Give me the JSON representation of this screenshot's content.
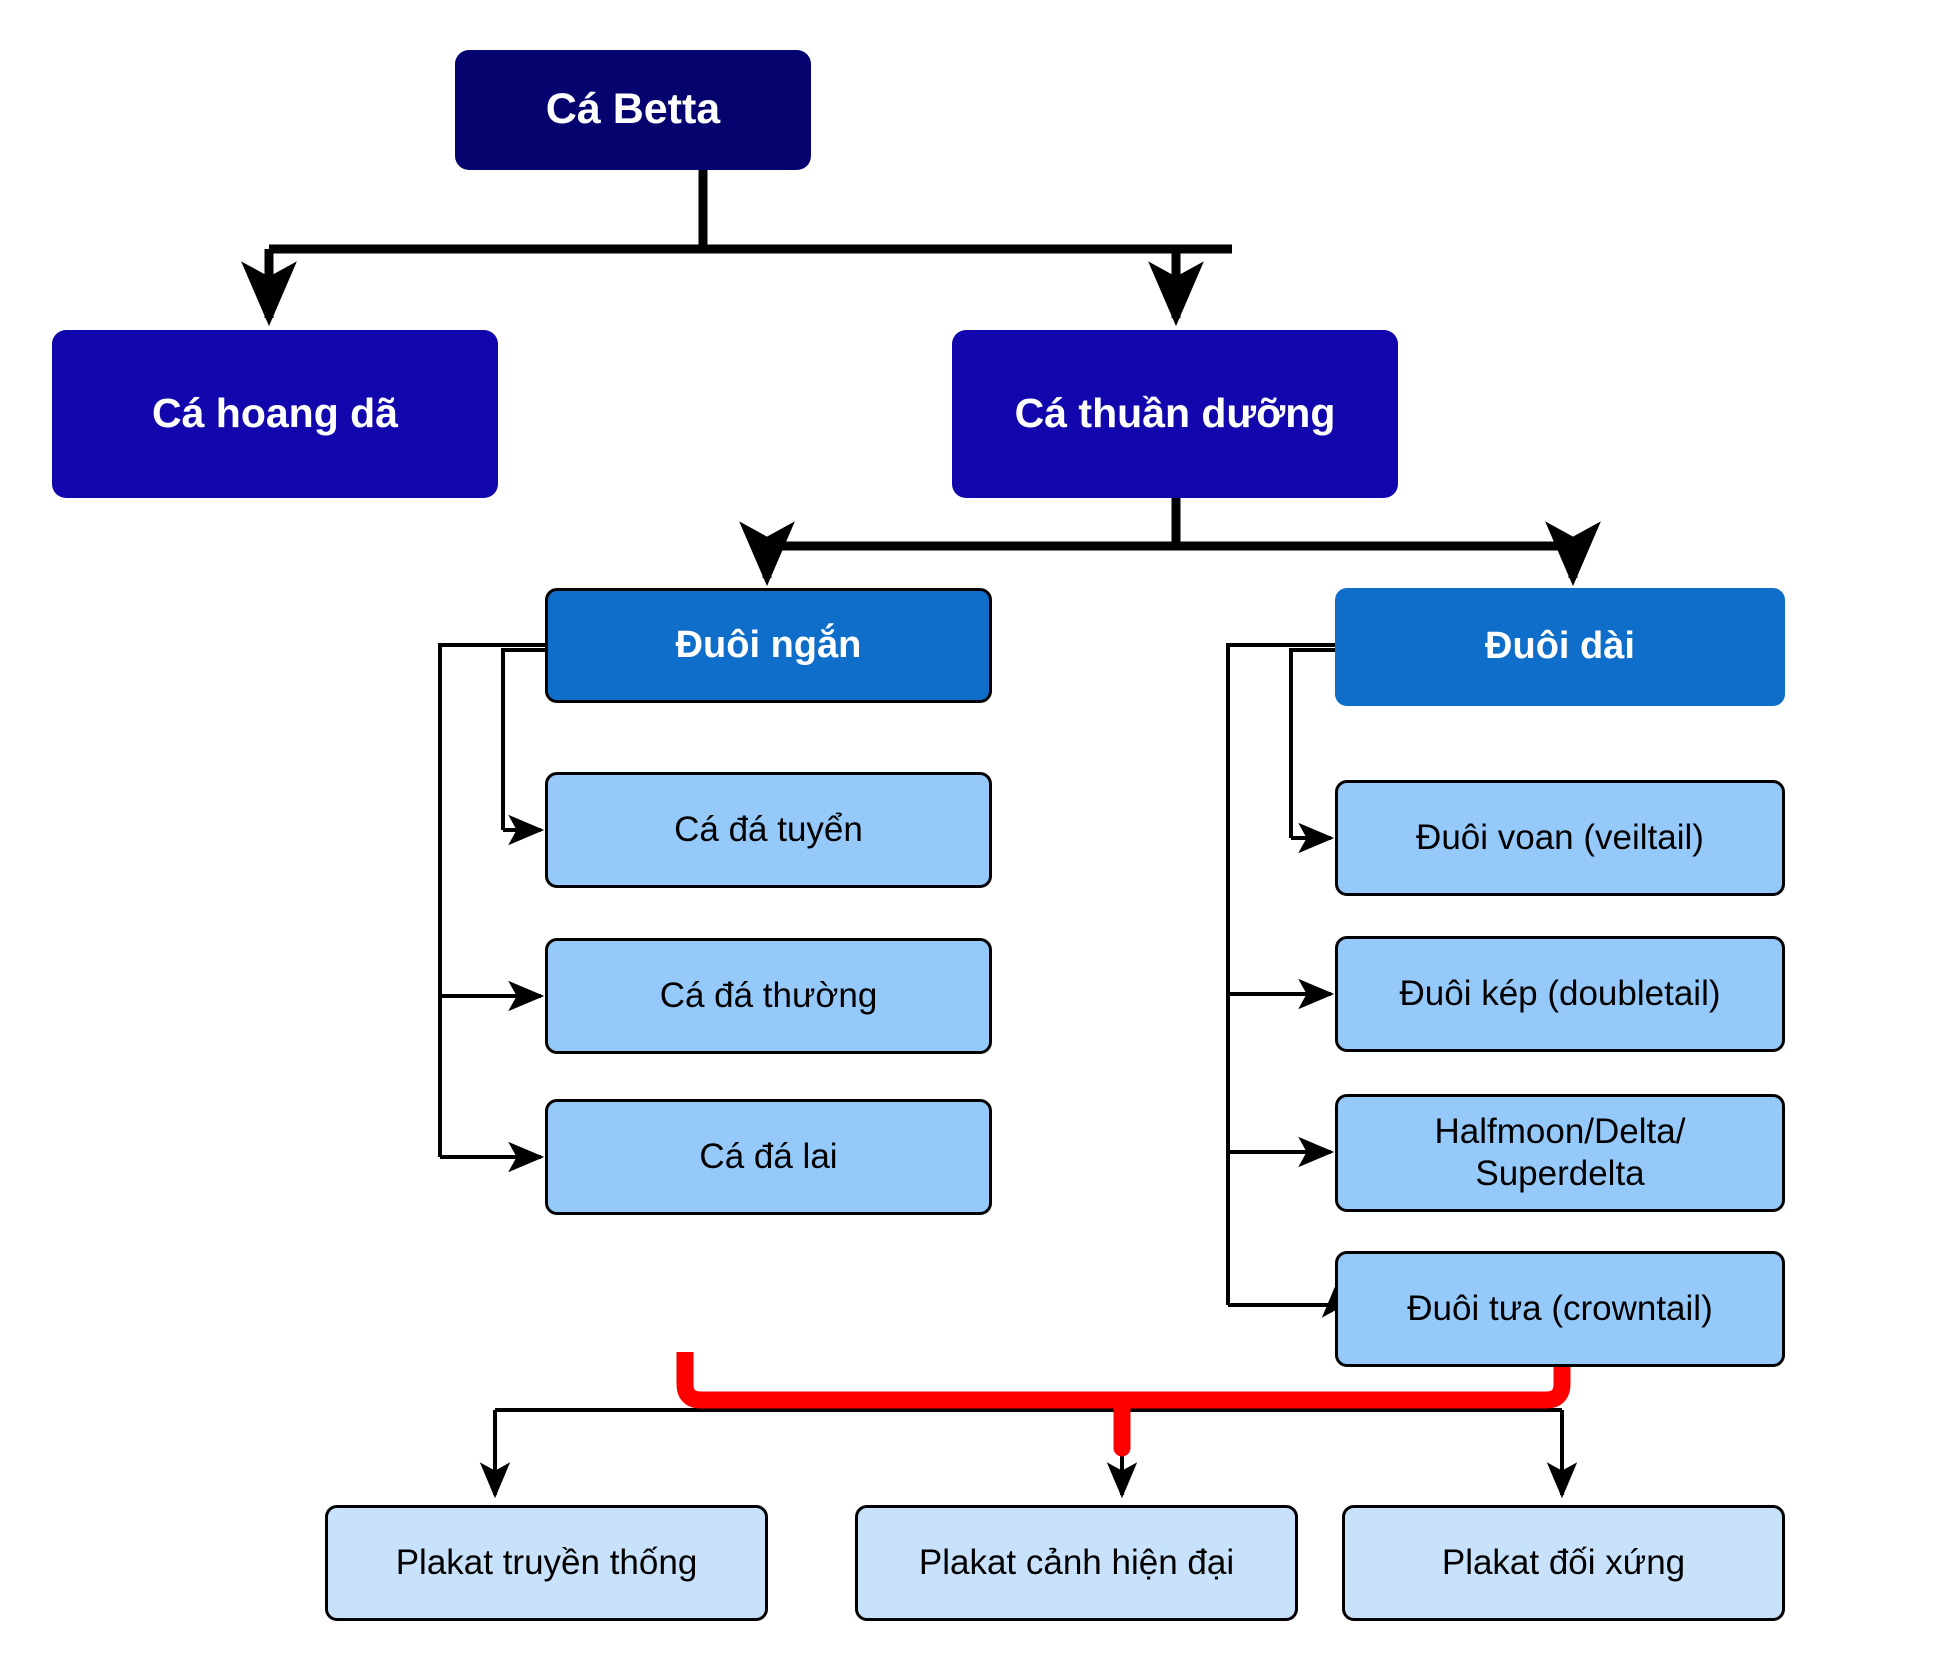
{
  "diagram": {
    "title": "Phan loai ca Betta",
    "type": "hierarchy-tree",
    "colors": {
      "root_fill": "#05046e",
      "level1_fill": "#1207ad",
      "level2_fill": "#0f6ec9",
      "level3_fill": "#94c9fa",
      "level4_fill": "#c9e2fb",
      "stroke": "#000000",
      "highlight_edge": "#ff0000",
      "background": "#ffffff"
    },
    "nodes": {
      "root": {
        "label": "Cá Betta"
      },
      "wild": {
        "label": "Cá hoang dã"
      },
      "domesticated": {
        "label": "Cá thuần dưỡng"
      },
      "short_tail": {
        "label": "Đuôi ngắn"
      },
      "long_tail": {
        "label": "Đuôi dài"
      },
      "short_children": [
        {
          "label": "Cá đá tuyển"
        },
        {
          "label": "Cá đá thường"
        },
        {
          "label": "Cá đá lai"
        }
      ],
      "long_children": [
        {
          "label": "Đuôi voan (veiltail)"
        },
        {
          "label": "Đuôi kép (doubletail)"
        },
        {
          "label": "Halfmoon/Delta/\nSuperdelta"
        },
        {
          "label": "Đuôi tưa (crowntail)"
        }
      ],
      "plakat": [
        {
          "label": "Plakat truyền thống"
        },
        {
          "label": "Plakat cảnh hiện đại"
        },
        {
          "label": "Plakat đối xứng"
        }
      ]
    }
  }
}
